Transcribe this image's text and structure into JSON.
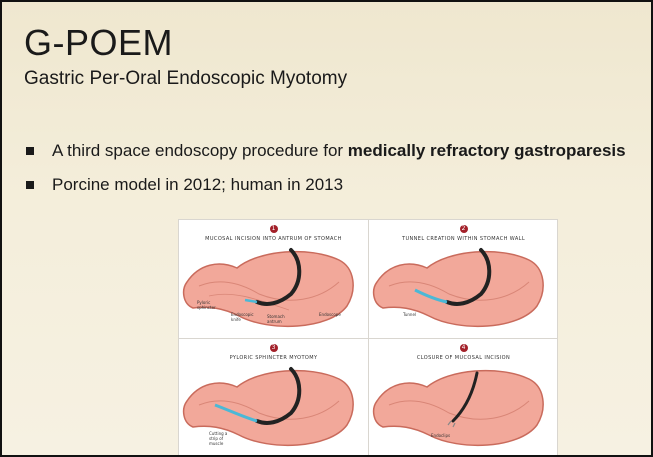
{
  "slide": {
    "title": "G-POEM",
    "subtitle": "Gastric Per-Oral Endoscopic Myotomy",
    "bullets": [
      {
        "prefix": "A third space endoscopy procedure for ",
        "bold": "medically refractory gastroparesis"
      },
      {
        "text": "Porcine model in 2012; human in 2013"
      }
    ]
  },
  "figure": {
    "panels": [
      {
        "number": "1",
        "title": "MUCOSAL INCISION INTO ANTRUM OF STOMACH",
        "labels": [
          "Pyloric sphincter",
          "Endoscopic knife",
          "Stomach antrum",
          "Endoscope"
        ]
      },
      {
        "number": "2",
        "title": "TUNNEL CREATION WITHIN STOMACH WALL",
        "labels": [
          "Tunnel"
        ]
      },
      {
        "number": "3",
        "title": "PYLORIC SPHINCTER MYOTOMY",
        "labels": [
          "Cutting a strip of muscle"
        ]
      },
      {
        "number": "4",
        "title": "CLOSURE OF MUCOSAL INCISION",
        "labels": [
          "Endoclips"
        ]
      }
    ],
    "colors": {
      "stomach": "#f2a89a",
      "stomach_edge": "#c96b5c",
      "scope": "#222222",
      "knife": "#4bb8d6",
      "number_badge": "#a3212a"
    }
  }
}
